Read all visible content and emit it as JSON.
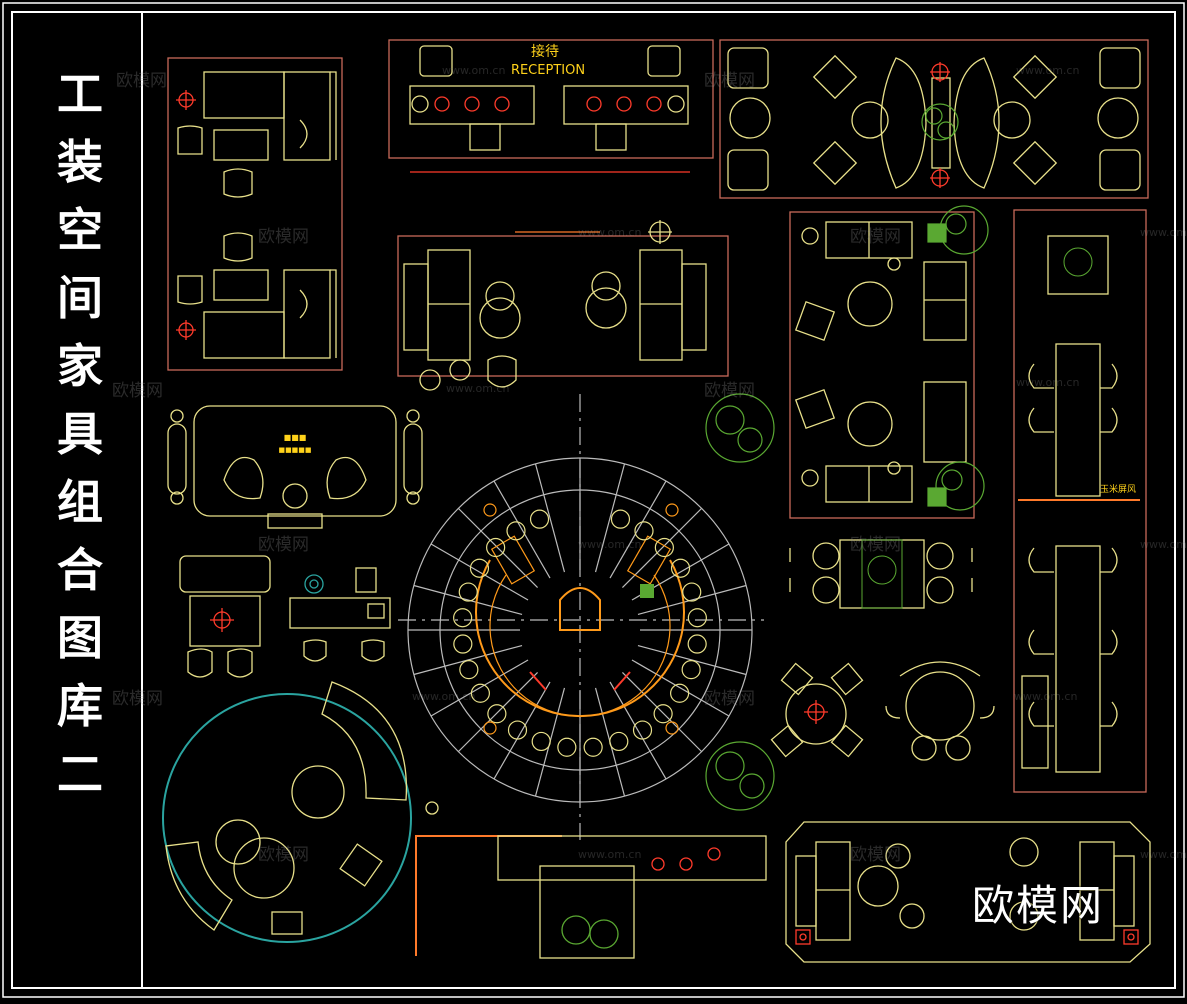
{
  "title_chars": [
    "工",
    "装",
    "空",
    "间",
    "家",
    "具",
    "组",
    "合",
    "图",
    "库",
    "二"
  ],
  "reception": {
    "cn": "接待",
    "en": "RECEPTION"
  },
  "room_label": "玉米屏风",
  "logo_text": "欧模网",
  "watermark": {
    "brand": "欧模网",
    "url": "www.om.cn"
  },
  "colors": {
    "background": "#000000",
    "frame": "#ffffff",
    "furniture": "#e8e08a",
    "room_outline": "#c86a5a",
    "axis": "#bbbbbb",
    "accent_red": "#ff3b2b",
    "accent_orange": "#ff9a1a",
    "plant_green": "#5aa832",
    "teal": "#2aa4a0"
  }
}
